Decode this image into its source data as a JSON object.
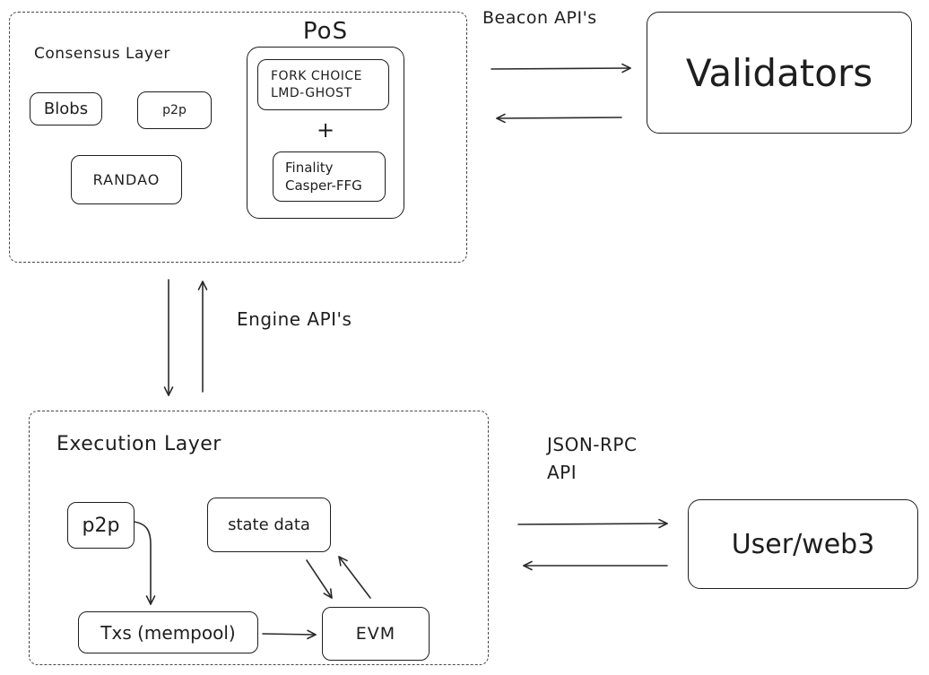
{
  "colors": {
    "stroke": "#1e1e1e",
    "dashed_border": "#454545",
    "background": "#ffffff"
  },
  "consensus_layer": {
    "title": "Consensus Layer",
    "nodes": {
      "blobs": "Blobs",
      "p2p": "p2p",
      "randao": "RANDAO"
    },
    "pos": {
      "title": "PoS",
      "fork_choice": {
        "line1": "FORK CHOICE",
        "line2": "LMD-GHOST"
      },
      "plus": "+",
      "finality": {
        "line1": "Finality",
        "line2": "Casper-FFG"
      }
    }
  },
  "beacon_api": {
    "label": "Beacon API's"
  },
  "validators": {
    "label": "Validators"
  },
  "engine_api": {
    "label": "Engine API's"
  },
  "execution_layer": {
    "title": "Execution Layer",
    "nodes": {
      "p2p": "p2p",
      "state_data": "state data",
      "txs_mempool": "Txs (mempool)",
      "evm": "EVM"
    }
  },
  "json_rpc_api": {
    "line1": "JSON-RPC",
    "line2": "API"
  },
  "user_web3": {
    "label": "User/web3"
  }
}
